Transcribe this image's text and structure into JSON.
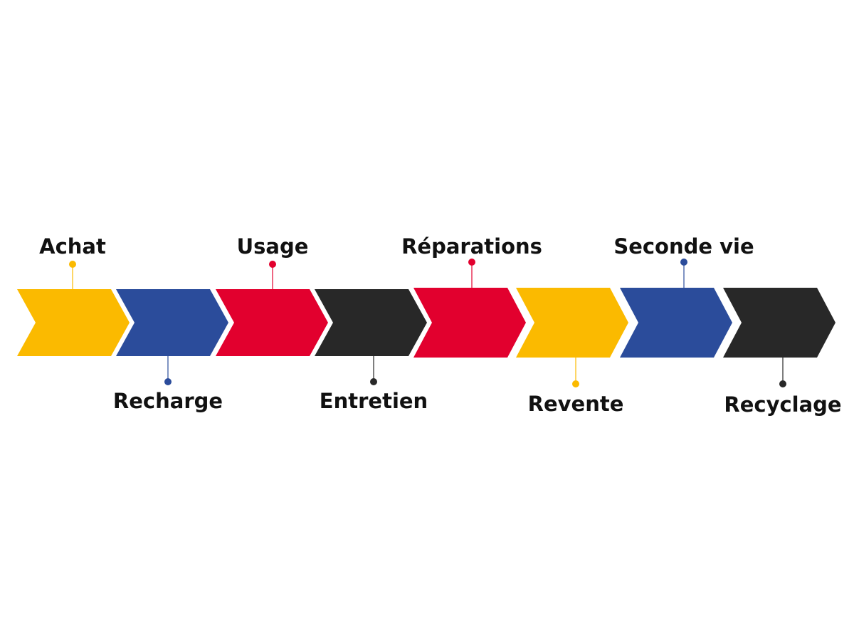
{
  "diagram": {
    "type": "chevron-timeline",
    "stages": [
      {
        "label": "Achat",
        "color": "#FBBA00",
        "label_position": "above"
      },
      {
        "label": "Recharge",
        "color": "#2B4C9B",
        "label_position": "below"
      },
      {
        "label": "Usage",
        "color": "#E2002E",
        "label_position": "above"
      },
      {
        "label": "Entretien",
        "color": "#282828",
        "label_position": "below"
      },
      {
        "label": "Réparations",
        "color": "#E2002E",
        "label_position": "above"
      },
      {
        "label": "Revente",
        "color": "#FBBA00",
        "label_position": "below"
      },
      {
        "label": "Seconde vie",
        "color": "#2B4C9B",
        "label_position": "above"
      },
      {
        "label": "Recyclage",
        "color": "#282828",
        "label_position": "below"
      }
    ]
  }
}
